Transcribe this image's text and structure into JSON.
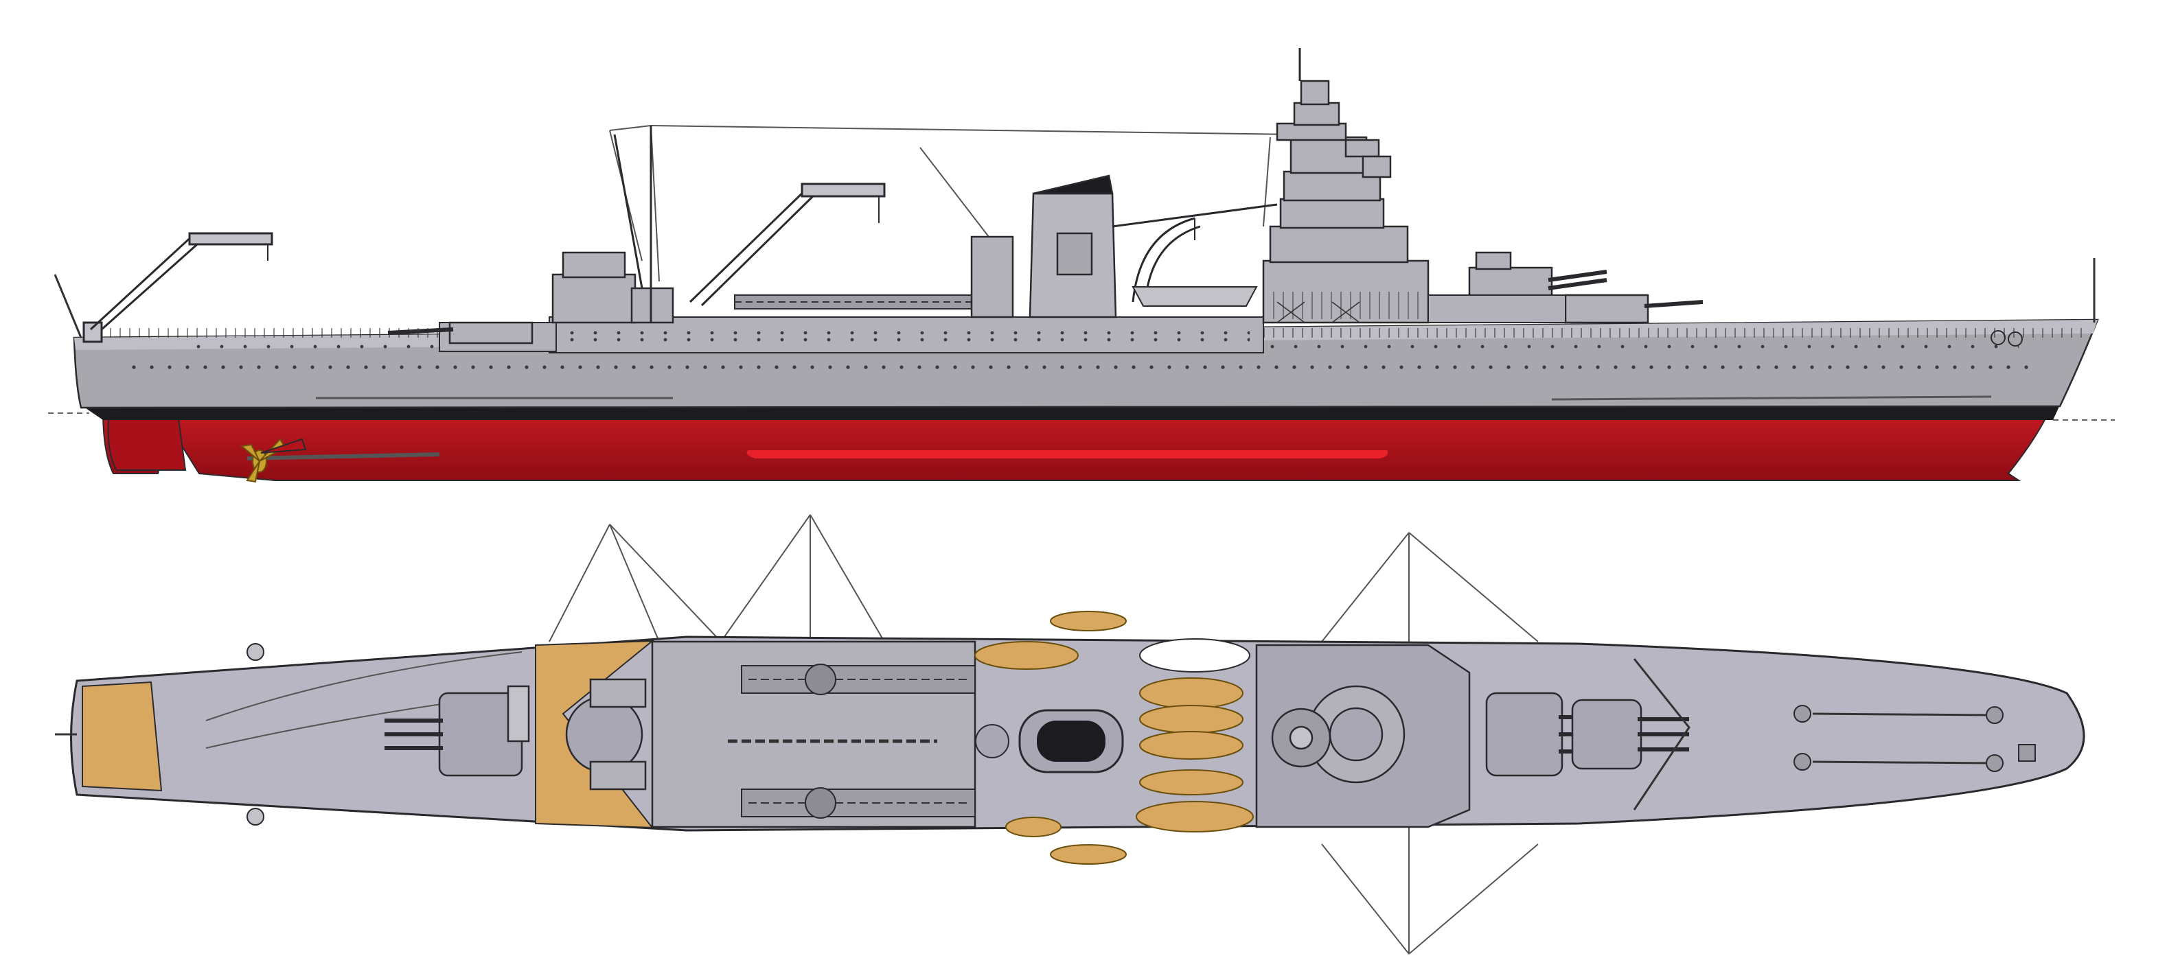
{
  "colors": {
    "background": "#ffffff",
    "hull_grey": "#a9a7ae",
    "hull_light": "#c0bec6",
    "superstructure": "#b3b1b9",
    "deck_grey": "#b8b6c2",
    "boot_topping": "#1c1b1f",
    "antifouling_red": "#b3141b",
    "antifouling_dark": "#8e0c14",
    "waterline_red": "#e8212b",
    "wood_deck": "#d9a860",
    "propeller_bronze": "#c9a12d",
    "outline": "#2a2a2e",
    "rigging": "#555555"
  },
  "views": [
    {
      "id": "profile",
      "kind": "side-elevation"
    },
    {
      "id": "plan",
      "kind": "top-plan"
    }
  ]
}
